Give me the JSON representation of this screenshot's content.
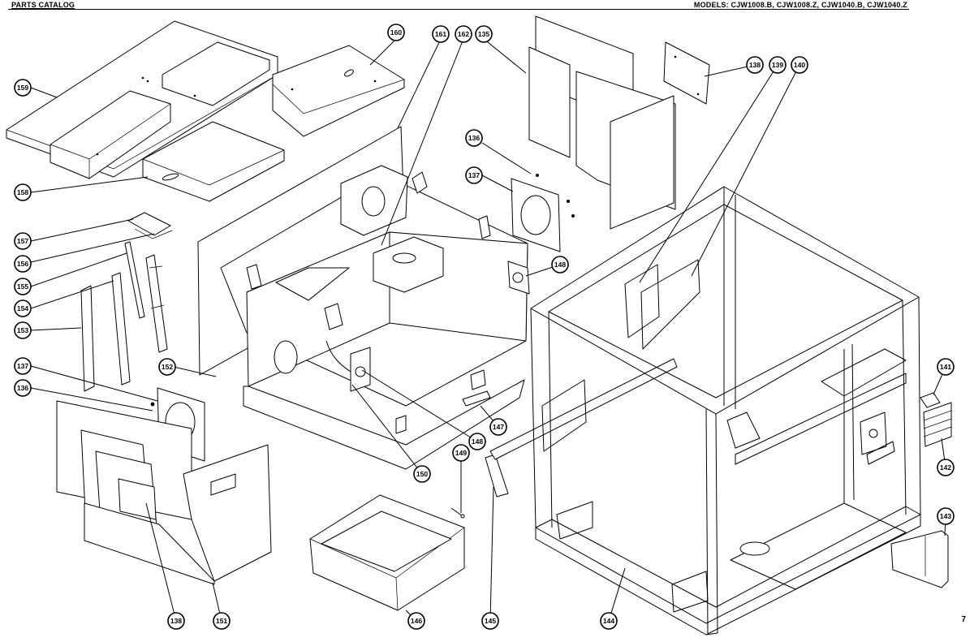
{
  "header": {
    "left_title": "PARTS CATALOG",
    "models": "MODELS: CJW1008.B, CJW1008.Z, CJW1040.B, CJW1040.Z"
  },
  "page_number": "7",
  "callouts": [
    {
      "id": "c159",
      "label": "159"
    },
    {
      "id": "c160",
      "label": "160"
    },
    {
      "id": "c161",
      "label": "161"
    },
    {
      "id": "c162",
      "label": "162"
    },
    {
      "id": "c135",
      "label": "135"
    },
    {
      "id": "c138a",
      "label": "138"
    },
    {
      "id": "c139",
      "label": "139"
    },
    {
      "id": "c140",
      "label": "140"
    },
    {
      "id": "c158",
      "label": "158"
    },
    {
      "id": "c136a",
      "label": "136"
    },
    {
      "id": "c137a",
      "label": "137"
    },
    {
      "id": "c157",
      "label": "157"
    },
    {
      "id": "c156",
      "label": "156"
    },
    {
      "id": "c155",
      "label": "155"
    },
    {
      "id": "c148a",
      "label": "148"
    },
    {
      "id": "c154",
      "label": "154"
    },
    {
      "id": "c153",
      "label": "153"
    },
    {
      "id": "c152",
      "label": "152"
    },
    {
      "id": "c137b",
      "label": "137"
    },
    {
      "id": "c136b",
      "label": "136"
    },
    {
      "id": "c141",
      "label": "141"
    },
    {
      "id": "c147",
      "label": "147"
    },
    {
      "id": "c148b",
      "label": "148"
    },
    {
      "id": "c150",
      "label": "150"
    },
    {
      "id": "c149",
      "label": "149"
    },
    {
      "id": "c142",
      "label": "142"
    },
    {
      "id": "c143",
      "label": "143"
    },
    {
      "id": "c138b",
      "label": "138"
    },
    {
      "id": "c151",
      "label": "151"
    },
    {
      "id": "c146a",
      "label": "146"
    },
    {
      "id": "c145",
      "label": "145"
    },
    {
      "id": "c144",
      "label": "144"
    }
  ]
}
